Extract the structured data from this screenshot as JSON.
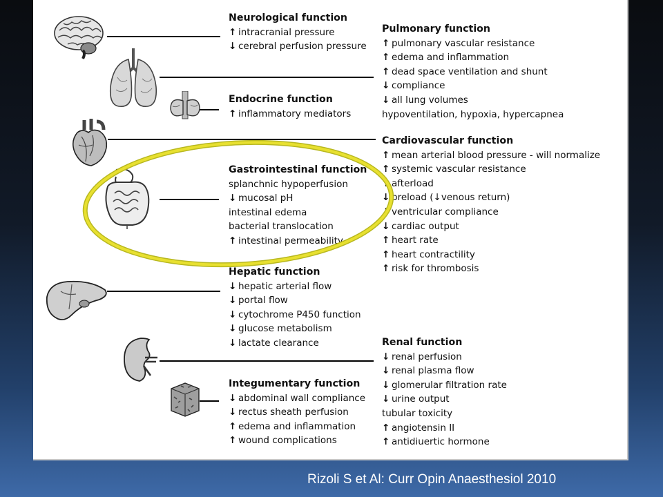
{
  "neuro": {
    "title": "Neurological function",
    "items": [
      {
        "arrow": "↑",
        "text": "intracranial pressure"
      },
      {
        "arrow": "↓",
        "text": "cerebral perfusion pressure"
      }
    ]
  },
  "pulmonary": {
    "title": "Pulmonary function",
    "items": [
      {
        "arrow": "↑",
        "text": "pulmonary vascular resistance"
      },
      {
        "arrow": "↑",
        "text": "edema and inflammation"
      },
      {
        "arrow": "↑",
        "text": "dead space ventilation and shunt"
      },
      {
        "arrow": "↓",
        "text": "compliance"
      },
      {
        "arrow": "↓",
        "text": "all lung volumes"
      },
      {
        "arrow": "",
        "text": "hypoventilation, hypoxia, hypercapnea"
      }
    ]
  },
  "endocrine": {
    "title": "Endocrine function",
    "items": [
      {
        "arrow": "↑",
        "text": "inflammatory mediators"
      }
    ]
  },
  "cardio": {
    "title": "Cardiovascular function",
    "items": [
      {
        "arrow": "↑",
        "text": "mean arterial blood pressure - will normalize"
      },
      {
        "arrow": "↑",
        "text": "systemic vascular resistance"
      },
      {
        "arrow": "↑",
        "text": "afterload"
      },
      {
        "arrow": "↓",
        "text": "preload (↓venous return)"
      },
      {
        "arrow": "↓",
        "text": "ventricular compliance"
      },
      {
        "arrow": "↓",
        "text": "cardiac output"
      },
      {
        "arrow": "↑",
        "text": "heart rate"
      },
      {
        "arrow": "↑",
        "text": "heart contractility"
      },
      {
        "arrow": "↑",
        "text": "risk for thrombosis"
      }
    ]
  },
  "gi": {
    "title": "Gastrointestinal function",
    "items": [
      {
        "arrow": "",
        "text": "splanchnic hypoperfusion"
      },
      {
        "arrow": "↓",
        "text": "mucosal pH"
      },
      {
        "arrow": "",
        "text": "intestinal edema"
      },
      {
        "arrow": "",
        "text": "bacterial translocation"
      },
      {
        "arrow": "↑",
        "text": "intestinal permeability"
      }
    ]
  },
  "hepatic": {
    "title": "Hepatic function",
    "items": [
      {
        "arrow": "↓",
        "text": "hepatic arterial flow"
      },
      {
        "arrow": "↓",
        "text": "portal flow"
      },
      {
        "arrow": "↓",
        "text": "cytochrome P450 function"
      },
      {
        "arrow": "↓",
        "text": "glucose metabolism"
      },
      {
        "arrow": "↓",
        "text": "lactate clearance"
      }
    ]
  },
  "renal": {
    "title": "Renal function",
    "items": [
      {
        "arrow": "↓",
        "text": "renal perfusion"
      },
      {
        "arrow": "↓",
        "text": "renal plasma flow"
      },
      {
        "arrow": "↓",
        "text": "glomerular filtration rate"
      },
      {
        "arrow": "↓",
        "text": "urine output"
      },
      {
        "arrow": "",
        "text": "tubular toxicity"
      },
      {
        "arrow": "↑",
        "text": "angiotensin II"
      },
      {
        "arrow": "↑",
        "text": "antidiuertic hormone"
      }
    ]
  },
  "integ": {
    "title": "Integumentary function",
    "items": [
      {
        "arrow": "↓",
        "text": "abdominal wall compliance"
      },
      {
        "arrow": "↓",
        "text": "rectus sheath perfusion"
      },
      {
        "arrow": "↑",
        "text": "edema and inflammation"
      },
      {
        "arrow": "↑",
        "text": "wound complications"
      }
    ]
  },
  "citation": "Rizoli S et Al: Curr Opin Anaesthesiol 2010",
  "colors": {
    "highlight": "#e8e030",
    "highlight_edge": "#b8b820",
    "text": "#111111"
  }
}
